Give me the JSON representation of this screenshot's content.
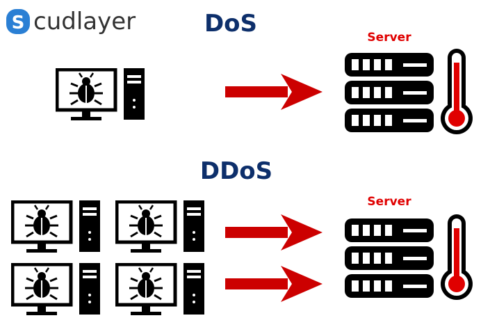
{
  "brand": {
    "logo_mark": "S",
    "logo_text": "cudlayer"
  },
  "sections": {
    "dos": {
      "title": "DoS",
      "server_label": "Server",
      "attackers": 1,
      "arrows": 1
    },
    "ddos": {
      "title": "DDoS",
      "server_label": "Server",
      "attackers": 4,
      "arrows": 2
    }
  },
  "colors": {
    "title": "#0d2f6b",
    "server_label": "#e00000",
    "arrow": "#cc0000",
    "icon": "#000000",
    "thermometer_fill": "#e00000",
    "logo_accent": "#2a7fd4"
  },
  "icons": {
    "attacker": "infected-computer-icon",
    "server": "server-rack-icon",
    "thermometer": "thermometer-icon",
    "arrow": "right-arrow-icon"
  }
}
